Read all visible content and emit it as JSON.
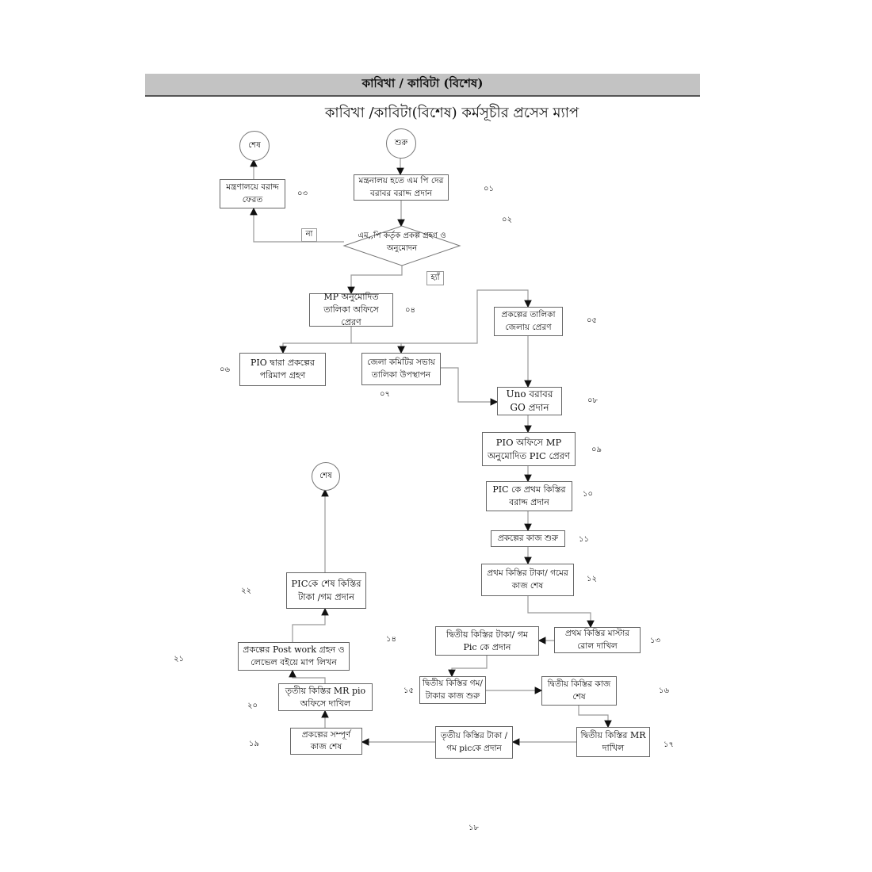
{
  "header": {
    "title": "কাবিখা / কাবিটা (বিশেষ)"
  },
  "subtitle": "কাবিখা /কাবিটা(বিশেষ)  কর্মসূচীর প্রসেস ম্যাপ",
  "terminals": {
    "start": "শুরু",
    "end1": "শেষ",
    "end2": "শেষ"
  },
  "decision": {
    "text": "এম,,পি কর্তৃক  প্রকল্প গ্রহণ ও অনুমোদন",
    "no_label": "না",
    "yes_label": "হ্যাঁ"
  },
  "steps": {
    "s01": "মন্ত্রনালয় হতে এম পি দের বরাবর বরাদ্দ প্রদান",
    "s03": "মন্ত্রণালয়ে বরাদ্দ ফেরত",
    "s04": "MP অনুমোদিত তালিকা অফিসে প্রেরণ",
    "s05": "প্রকল্পের  তালিকা জেলায় প্রেরণ",
    "s06": "PIO দ্বারা প্রকল্পের পরিমাপ গ্রহণ",
    "s07": "জেলা কমিটির সভায় তালিকা উপস্থাপন",
    "s08": "Uno বরাবর GO প্রদান",
    "s09": "PIO অফিসে MP অনুমোদিত PIC  প্রেরণ",
    "s10": "PIC কে প্রথম কিস্তির বরাদ্দ প্রদান",
    "s11": "প্রকল্পের  কাজ শুরু",
    "s12": "প্রথম কিস্তির টাকা/ গমের কাজ শেষ",
    "s13": "প্রথম কিস্তির  মাস্টার রোল দাখিল",
    "s14": "দ্বিতীয় কিস্তির টাকা/ গম Pic কে প্রদান",
    "s15": "দ্বিতীয় কিস্তির গম/ টাকার কাজ শুরু",
    "s16": "দ্বিতীয় কিস্তির কাজ শেষ",
    "s17": "দ্বিতীয় কিস্তির MR দাখিল",
    "s18": "তৃতীয় কিস্তির টাকা / গম picকে প্রদান",
    "s19": "প্রকল্পের সম্পূর্ণ কাজ শেষ",
    "s20": "তৃতীয় কিস্তির MR pio অফিসে দাখিল",
    "s21": "প্রকল্পের Post work গ্রহন ও লেভেল বইয়ে মাপ লিখন",
    "s22": "PICকে শেষ কিস্তির টাকা /গম প্রদান"
  },
  "numbers": {
    "n01": "০১",
    "n02": "০২",
    "n03": "০৩",
    "n04": "০৪",
    "n05": "০৫",
    "n06": "০৬",
    "n07": "০৭",
    "n08": "০৮",
    "n09": "০৯",
    "n10": "১০",
    "n11": "১১",
    "n12": "১২",
    "n13": "১৩",
    "n14": "১৪",
    "n15": "১৫",
    "n16": "১৬",
    "n17": "১৭",
    "n19": "১৯",
    "n20": "২০",
    "n21": "২১",
    "n22": "২২"
  },
  "page_number": "১৮"
}
